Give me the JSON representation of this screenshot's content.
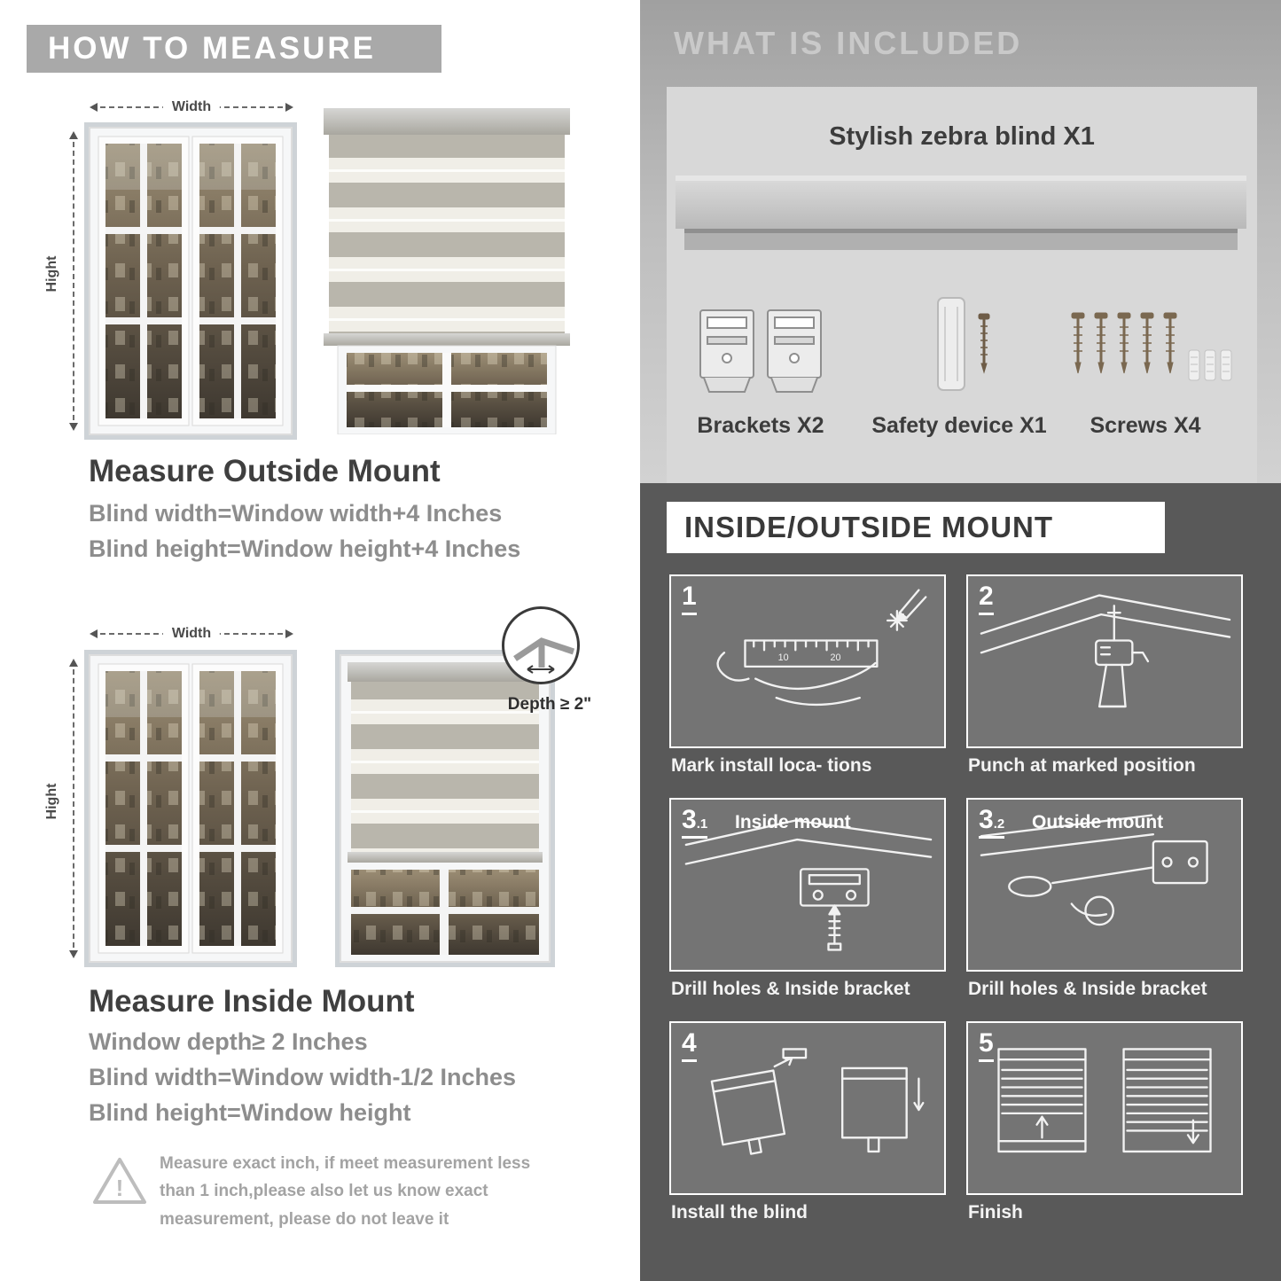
{
  "colors": {
    "banner_gray": "#a9a9a9",
    "dark_panel": "#595959",
    "heading_text": "#3f3f3f",
    "body_text": "#8d8d8d"
  },
  "measure": {
    "header": "HOW TO MEASURE",
    "width_label": "Width",
    "height_label": "Hight",
    "outside": {
      "title": "Measure Outside Mount",
      "line1": "Blind width=Window width+4 Inches",
      "line2": "Blind height=Window height+4 Inches"
    },
    "inside": {
      "depth_callout": "Depth ≥ 2\"",
      "title": "Measure Inside Mount",
      "line1": "Window depth≥ 2 Inches",
      "line2": "Blind width=Window width-1/2 Inches",
      "line3": "Blind height=Window height"
    },
    "warning_text": "Measure exact inch, if meet measurement less than 1 inch,please also let us know exact measurement, please do not leave it"
  },
  "included": {
    "header": "WHAT IS INCLUDED",
    "product_label": "Stylish zebra blind X1",
    "items": [
      {
        "label": "Brackets X2"
      },
      {
        "label": "Safety device X1"
      },
      {
        "label": "Screws X4"
      }
    ]
  },
  "mount": {
    "header": "INSIDE/OUTSIDE MOUNT",
    "steps": [
      {
        "num": "1",
        "caption": "Mark install loca- tions"
      },
      {
        "num": "2",
        "caption": "Punch at  marked position"
      },
      {
        "num": "3",
        "sub": ".1",
        "label": "Inside mount",
        "caption": "Drill holes &  Inside bracket"
      },
      {
        "num": "3",
        "sub": ".2",
        "label": "Outside mount",
        "caption": "Drill holes &  Inside bracket"
      },
      {
        "num": "4",
        "caption": "Install the blind"
      },
      {
        "num": "5",
        "caption": "Finish"
      }
    ]
  }
}
